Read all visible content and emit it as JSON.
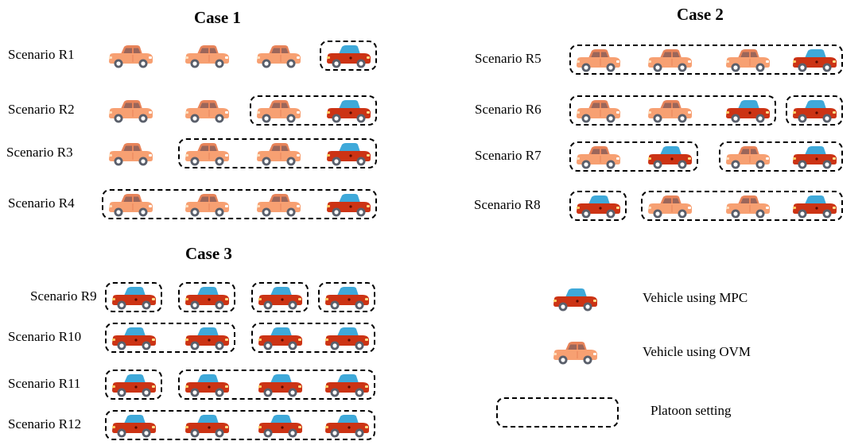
{
  "cases": [
    {
      "title": "Case 1",
      "vehicles_per_row": 4,
      "scenarios": [
        {
          "label": "Scenario R1",
          "vehicles": [
            "OVM",
            "OVM",
            "OVM",
            "MPC"
          ],
          "platoons": [
            [
              3,
              3
            ]
          ]
        },
        {
          "label": "Scenario R2",
          "vehicles": [
            "OVM",
            "OVM",
            "OVM",
            "MPC"
          ],
          "platoons": [
            [
              2,
              3
            ]
          ]
        },
        {
          "label": "Scenario R3",
          "vehicles": [
            "OVM",
            "OVM",
            "OVM",
            "MPC"
          ],
          "platoons": [
            [
              1,
              3
            ]
          ]
        },
        {
          "label": "Scenario R4",
          "vehicles": [
            "OVM",
            "OVM",
            "OVM",
            "MPC"
          ],
          "platoons": [
            [
              0,
              3
            ]
          ]
        }
      ]
    },
    {
      "title": "Case 2",
      "vehicles_per_row": 4,
      "scenarios": [
        {
          "label": "Scenario R5",
          "vehicles": [
            "OVM",
            "OVM",
            "OVM",
            "MPC"
          ],
          "platoons": [
            [
              0,
              3
            ]
          ]
        },
        {
          "label": "Scenario R6",
          "vehicles": [
            "OVM",
            "OVM",
            "MPC",
            "MPC"
          ],
          "platoons": [
            [
              0,
              2
            ],
            [
              3,
              3
            ]
          ]
        },
        {
          "label": "Scenario R7",
          "vehicles": [
            "OVM",
            "MPC",
            "OVM",
            "MPC"
          ],
          "platoons": [
            [
              0,
              1
            ],
            [
              2,
              3
            ]
          ]
        },
        {
          "label": "Scenario R8",
          "vehicles": [
            "MPC",
            "OVM",
            "OVM",
            "MPC"
          ],
          "platoons": [
            [
              0,
              0
            ],
            [
              1,
              3
            ]
          ]
        }
      ]
    },
    {
      "title": "Case 3",
      "vehicles_per_row": 4,
      "scenarios": [
        {
          "label": "Scenario R9",
          "vehicles": [
            "MPC",
            "MPC",
            "MPC",
            "MPC"
          ],
          "platoons": [
            [
              0,
              0
            ],
            [
              1,
              1
            ],
            [
              2,
              2
            ],
            [
              3,
              3
            ]
          ]
        },
        {
          "label": "Scenario R10",
          "vehicles": [
            "MPC",
            "MPC",
            "MPC",
            "MPC"
          ],
          "platoons": [
            [
              0,
              1
            ],
            [
              2,
              3
            ]
          ]
        },
        {
          "label": "Scenario R11",
          "vehicles": [
            "MPC",
            "MPC",
            "MPC",
            "MPC"
          ],
          "platoons": [
            [
              0,
              0
            ],
            [
              1,
              3
            ]
          ]
        },
        {
          "label": "Scenario R12",
          "vehicles": [
            "MPC",
            "MPC",
            "MPC",
            "MPC"
          ],
          "platoons": [
            [
              0,
              3
            ]
          ]
        }
      ]
    }
  ],
  "legend": {
    "mpc_label": "Vehicle using MPC",
    "ovm_label": "Vehicle using OVM",
    "platoon_label": "Platoon setting"
  },
  "colors": {
    "ovm_body": "#f7a072",
    "ovm_roof": "#e8845a",
    "ovm_window": "#7a5a5a",
    "mpc_body": "#cc3314",
    "mpc_roof": "#3fa9d9",
    "mpc_window": "#3fa9d9",
    "wheel": "#5a5f6b",
    "hub": "#ffffff",
    "dash": "#000000"
  }
}
